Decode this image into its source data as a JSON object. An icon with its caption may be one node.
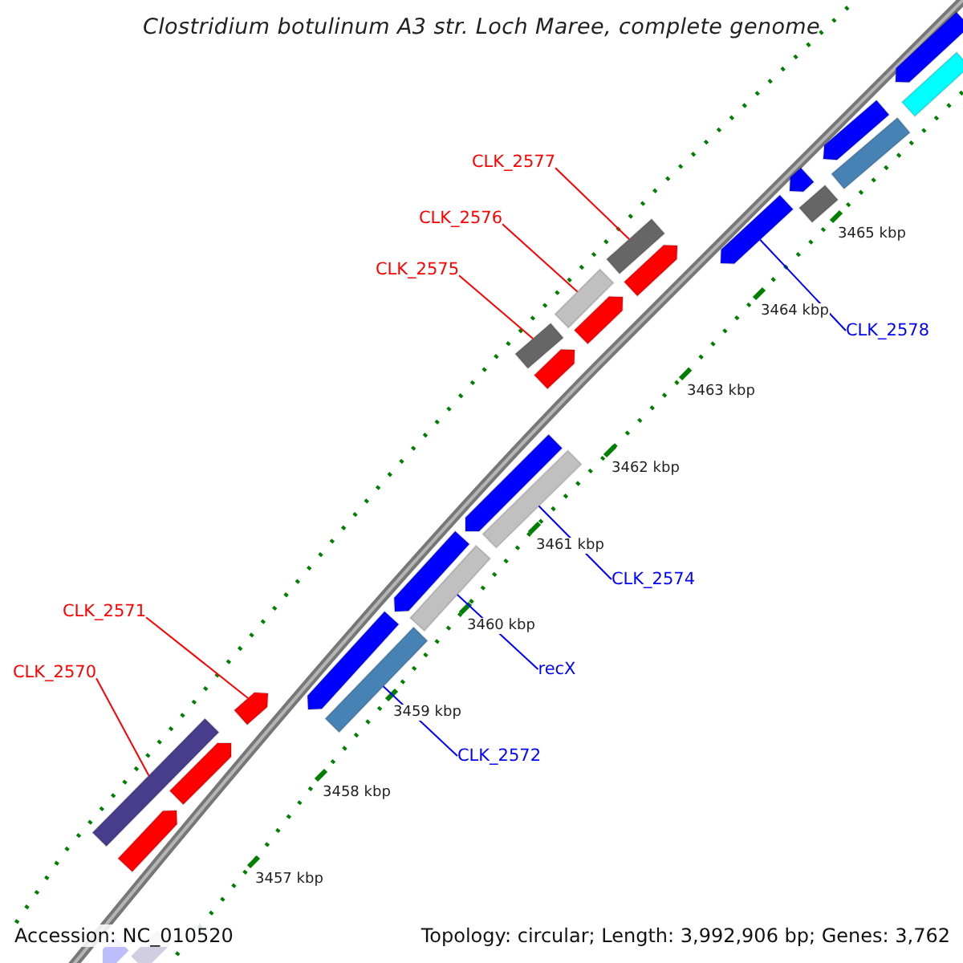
{
  "diagram": {
    "title": "Clostridium botulinum A3 str. Loch Maree, complete genome",
    "nodes": [
      {
        "text": [
          "CLK_2577"
        ]
      },
      {
        "text": [
          "CLK_2576"
        ]
      },
      {
        "text": [
          "CLK_2575"
        ]
      },
      {
        "text": [
          "CLK_2578"
        ]
      },
      {
        "text": [
          "CLK_2574"
        ]
      },
      {
        "text": [
          "recX"
        ]
      },
      {
        "text": [
          "CLK_2572"
        ]
      },
      {
        "text": [
          "CLK_2571"
        ]
      },
      {
        "text": [
          "CLK_2570"
        ]
      },
      {
        "text": [],
        "shape": "bar"
      },
      {
        "text": [],
        "shape": "bar"
      },
      {
        "text": [],
        "shape": "bar"
      },
      {
        "text": [],
        "shape": "bar"
      },
      {
        "text": [],
        "shape": "bar"
      },
      {
        "text": [],
        "shape": "bar"
      },
      {
        "text": [],
        "shape": "bar"
      },
      {
        "text": [],
        "shape": "bar"
      },
      {
        "text": [],
        "shape": "bar"
      },
      {
        "text": [],
        "shape": "bar"
      },
      {
        "text": [],
        "shape": "bar"
      },
      {
        "text": [],
        "shape": "bar"
      },
      {
        "text": [],
        "shape": "bar"
      },
      {
        "text": [],
        "shape": "bar"
      },
      {
        "text": [],
        "shape": "bar"
      },
      {
        "text": [],
        "shape": "bar"
      },
      {
        "text": [],
        "shape": "bar"
      },
      {
        "text": [],
        "shape": "bar"
      },
      {
        "text": [],
        "shape": "bar"
      },
      {
        "text": [],
        "shape": "bar"
      },
      {
        "text": [],
        "shape": "bar"
      },
      {
        "text": [],
        "shape": "bar"
      },
      {
        "text": [],
        "shape": "bar"
      },
      {
        "text": [],
        "shape": "bar"
      },
      {
        "text": [],
        "shape": "bar"
      }
    ],
    "edges": [
      {
        "from": 0,
        "to": 16,
        "arrow": "none"
      },
      {
        "from": 1,
        "to": 18,
        "arrow": "none"
      },
      {
        "from": 2,
        "to": 20,
        "arrow": "none"
      },
      {
        "from": 3,
        "to": 15,
        "arrow": "none",
        "color": "#0000ff"
      },
      {
        "from": 4,
        "to": 23,
        "arrow": "none",
        "color": "#0000ff"
      },
      {
        "from": 5,
        "to": 25,
        "arrow": "none",
        "color": "#0000ff"
      },
      {
        "from": 6,
        "to": 27,
        "arrow": "none",
        "color": "#0000ff"
      },
      {
        "from": 7,
        "to": 28,
        "arrow": "none"
      },
      {
        "from": 8,
        "to": 30,
        "arrow": "none"
      }
    ],
    "labels": [
      "3465 kbp",
      "3464 kbp",
      "3463 kbp",
      "3462 kbp",
      "3461 kbp",
      "3460 kbp",
      "3459 kbp",
      "3458 kbp",
      "3457 kbp",
      "Accession: NC_010520",
      "Topology: circular; Length: 3,992,906 bp; Genes: 3,762"
    ]
  }
}
